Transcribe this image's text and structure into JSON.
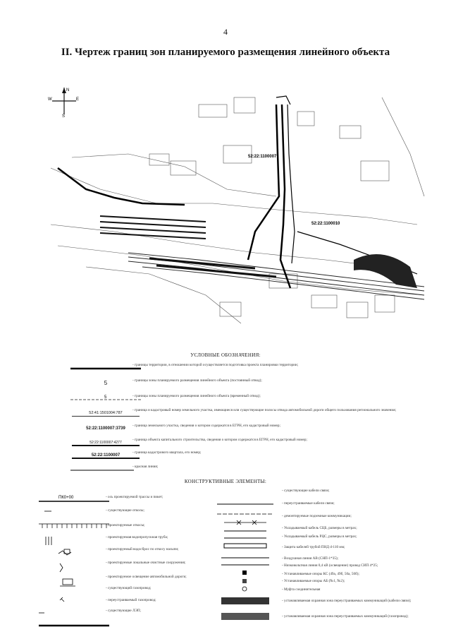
{
  "page_number": "4",
  "title": "II. Чертеж границ зон планируемого размещения линейного объекта",
  "compass": {
    "n": "N",
    "s": "S",
    "w": "W",
    "e": "E"
  },
  "map": {
    "labels": [
      "52:22:1100007",
      "52:22:1100010"
    ]
  },
  "legend": {
    "heading": "УСЛОВНЫЕ ОБОЗНАЧЕНИЯ:",
    "items": [
      {
        "symbol": "",
        "text": "- границы территории, в отношении которой осуществляется подготовка проекта планировки территории;"
      },
      {
        "symbol": "5",
        "text": "- границы зоны планируемого размещения линейного объекта (постоянный отвод);"
      },
      {
        "symbol": "5",
        "text": "- границы зоны планируемого размещения линейного объекта (временный отвод);"
      },
      {
        "symbol": "52:41:1501004:787",
        "text": "- граница и кадастровый номер земельного участка, имеющиеся или существующие полосы отвода автомобильной дороги общего пользования регионального значения;"
      },
      {
        "symbol": "52:22:1100007:3739",
        "text": "- граница земельного участка, сведения о котором содержатся в ЕГРН, его кадастровый номер;"
      },
      {
        "symbol": "52:22:1100007:4277",
        "text": "- граница объекта капитального строительства, сведения о котором содержатся в ЕГРН, его кадастровый номер;"
      },
      {
        "symbol": "52:22:1100007",
        "text": "- граница кадастрового квартала, его номер;"
      },
      {
        "symbol": "",
        "text": "- красная линия;"
      }
    ]
  },
  "constructive": {
    "heading": "КОНСТРУКТИВНЫЕ ЭЛЕМЕНТЫ:",
    "left": [
      {
        "symbol": "ПК0+00",
        "text": "- ось проектируемой трассы и пикет;"
      },
      {
        "symbol": "",
        "text": "- существующие откосы;"
      },
      {
        "symbol": "",
        "text": "- проектируемые откосы;"
      },
      {
        "symbol": "",
        "text": "- проектируемая водопропускная труба;"
      },
      {
        "symbol": "",
        "text": "- проектируемый водосброс по откосу насыпи;"
      },
      {
        "symbol": "",
        "text": "- проектируемые локальные очистные сооружения;"
      },
      {
        "symbol": "",
        "text": "- проектируемое освещение автомобильной дороги;"
      },
      {
        "symbol": "",
        "text": "- существующий газопровод;"
      },
      {
        "symbol": "",
        "text": "- переустраиваемый газопровод;"
      },
      {
        "symbol": "",
        "text": "- существующие ЛЭП;"
      }
    ],
    "right": [
      {
        "text": "- существующие кабели связи;"
      },
      {
        "text": "- переустраиваемые кабели связи;"
      },
      {
        "text": "- демонтируемые подземные коммуникации;"
      },
      {
        "text": "- Укладываемый кабель СЦБ, размеры в метрах;"
      },
      {
        "text": "- Укладываемый кабель РЦС, размеры в метрах;"
      },
      {
        "text": "- Защита кабелей трубой ПНД d-110 мм;"
      },
      {
        "text": "- Воздушная линия АВ (СНП-1*35);"
      },
      {
        "text": "- Низковольтная линия 0,4 кВ (освещение) провод СИП 4*25;"
      },
      {
        "text": "- Устанавливаемые опоры КС (49а, 49б, 50а, 50б);"
      },
      {
        "text": "- Устанавливаемые опоры АБ (№1, №2);"
      },
      {
        "text": "- Муфта соединительная"
      },
      {
        "text": "- устанавливаемая охранная зона переустраиваемых коммуникаций (кабели связи);"
      },
      {
        "text": "- устанавливаемая охранная зона переустраиваемых коммуникаций (газопровод);"
      }
    ]
  }
}
